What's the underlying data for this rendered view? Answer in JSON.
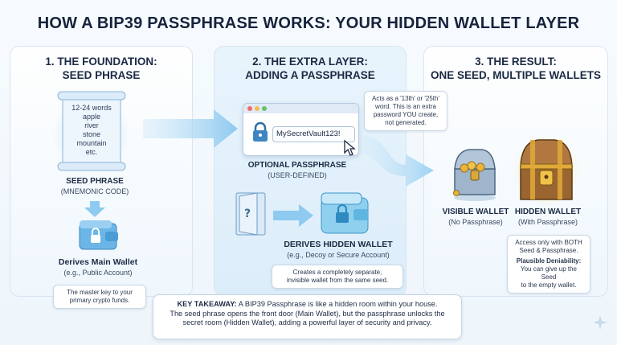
{
  "title": "HOW A BIP39 PASSPHRASE WORKS: YOUR HIDDEN WALLET LAYER",
  "panels": [
    {
      "title_line1": "1. THE FOUNDATION:",
      "title_line2": "SEED PHRASE"
    },
    {
      "title_line1": "2. THE EXTRA LAYER:",
      "title_line2": "ADDING A PASSPHRASE"
    },
    {
      "title_line1": "3. THE RESULT:",
      "title_line2": "ONE SEED, MULTIPLE WALLETS"
    }
  ],
  "seed_scroll": {
    "words": [
      "12-24 words",
      "apple",
      "river",
      "stone",
      "mountain",
      "etc."
    ]
  },
  "seed_label": {
    "title": "SEED PHRASE",
    "sub": "(MNEMONIC CODE)"
  },
  "main_wallet": {
    "title": "Derives Main Wallet",
    "sub": "(e.g., Public Account)",
    "note": [
      "The master key to your",
      "primary crypto funds."
    ]
  },
  "passphrase": {
    "field_value": "MySecretVault123!",
    "callout": [
      "Acts as a '13th' or '25th'",
      "word. This is an extra",
      "password YOU create,",
      "not generated."
    ],
    "label": "OPTIONAL PASSPHRASE",
    "sub": "(USER-DEFINED)"
  },
  "hidden_derive": {
    "title": "DERIVES HIDDEN WALLET",
    "sub": "(e.g., Decoy or Secure Account)",
    "note": [
      "Creates a completely separate,",
      "invisible wallet from the same seed."
    ]
  },
  "visible_wallet": {
    "title": "VISIBLE WALLET",
    "sub": "(No Passphrase)"
  },
  "hidden_wallet": {
    "title": "HIDDEN WALLET",
    "sub": "(With Passphrase)",
    "note1": [
      "Access only with BOTH",
      "Seed & Passphrase."
    ],
    "note2_title": "Plausible Deniability:",
    "note2": [
      "You can give up the Seed",
      "to the empty wallet."
    ]
  },
  "takeaway": {
    "label": "KEY TAKEAWAY:",
    "line1": " A BIP39 Passphrase is like a hidden room within your house.",
    "line2": "The seed phrase opens the front door (Main Wallet), but the passphrase unlocks the",
    "line3": "secret room (Hidden Wallet), adding a powerful layer of security and privacy."
  },
  "icons": [
    "scroll-icon",
    "lock-icon",
    "wallet-icon",
    "door-icon",
    "cursor-icon",
    "chest-icon",
    "sparkle-icon"
  ],
  "colors": {
    "accent_blue": "#4aa7e0",
    "arrow": "#8fcaf0",
    "chest_wood": "#8a5a2b",
    "gold": "#e8b43a"
  }
}
